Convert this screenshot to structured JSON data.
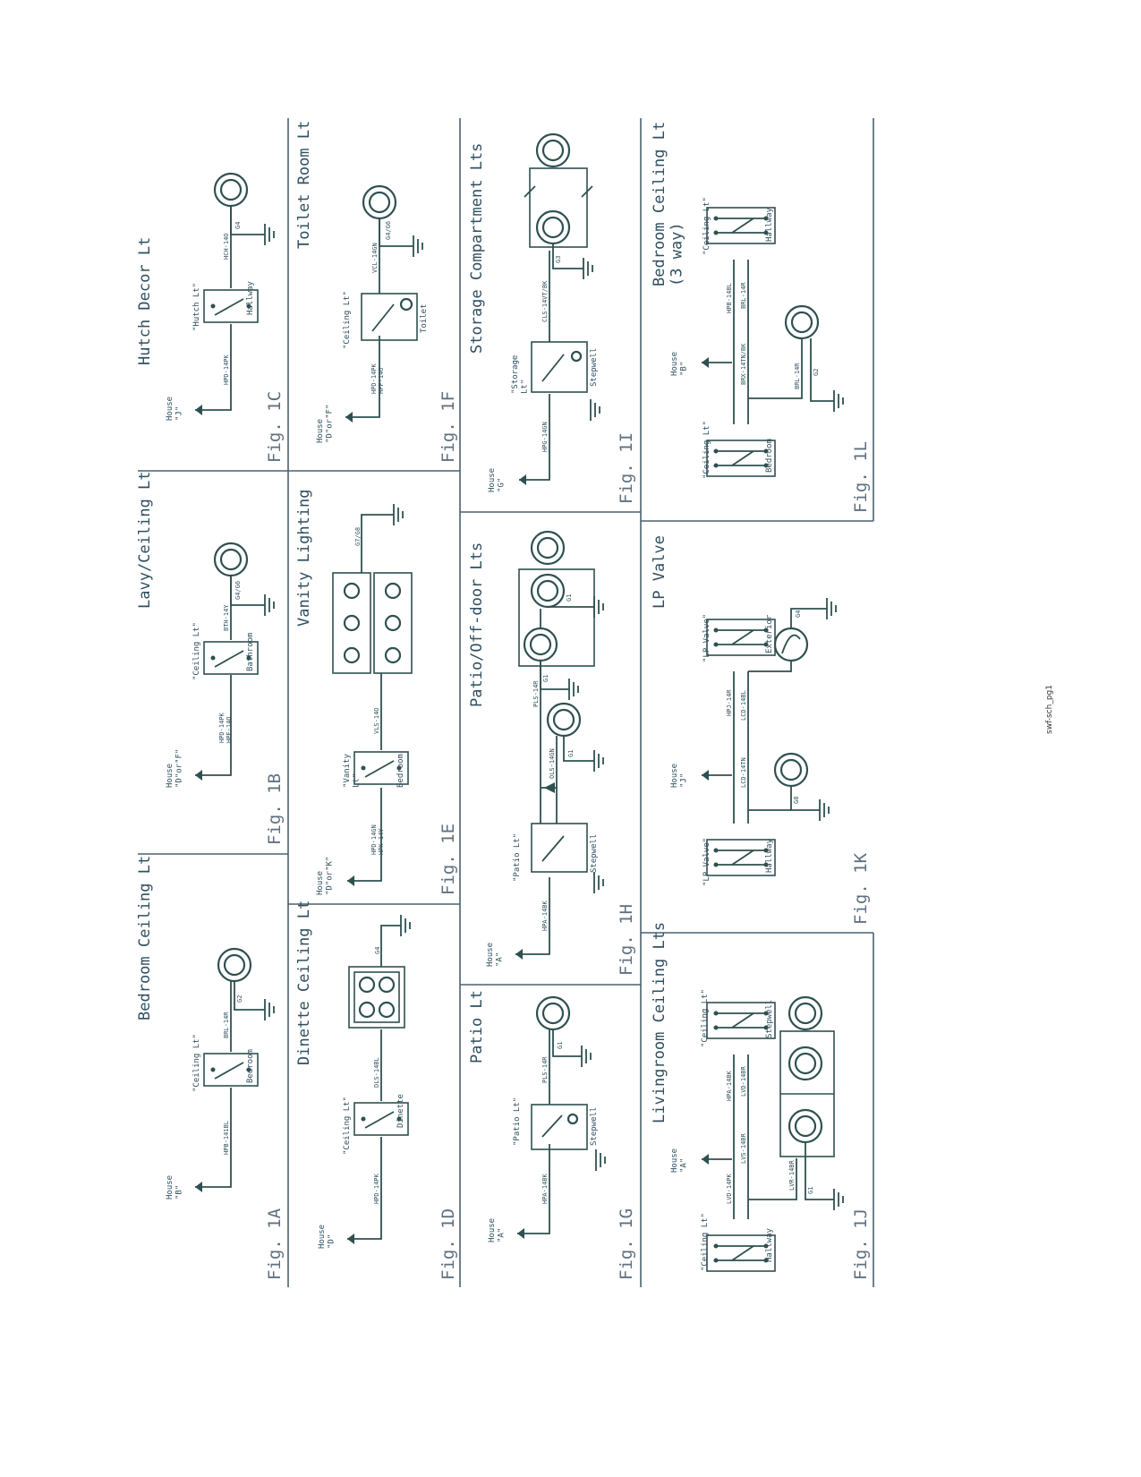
{
  "page_id": "swf-sch_pg1",
  "panels": {
    "fig1A": {
      "fig": "Fig. 1A",
      "title": "Bedroom Ceiling Lt",
      "house": "House\n\"B\"",
      "switch_label": "\"Ceiling Lt\"",
      "room": "Bedroom",
      "wire_in": "HPB-141BL",
      "wire_out": "BRL-14R",
      "ground": "G2"
    },
    "fig1B": {
      "fig": "Fig. 1B",
      "title": "Lavy/Ceiling Lt",
      "house": "House\n\"D\"or\"F\"",
      "switch_label": "\"Ceiling Lt\"",
      "room": "Bathroom",
      "wire_in": "HPD-14PK\nHPF-14O",
      "wire_out": "BTH-14Y",
      "ground": "G4/G6"
    },
    "fig1C": {
      "fig": "Fig. 1C",
      "title": "Hutch Decor Lt",
      "house": "House\n\"J\"",
      "switch_label": "\"Hutch Lt\"",
      "room": "Hallway",
      "wire_in": "HPD-14PK",
      "wire_out": "HCH-14O",
      "ground": "G4"
    },
    "fig1D": {
      "fig": "Fig. 1D",
      "title": "Dinette Ceiling Lt",
      "house": "House\n\"D\"",
      "switch_label": "\"Ceiling Lt\"",
      "room": "Dinette",
      "wire_in": "HPD-14PK",
      "wire_out": "DLS-14BL",
      "ground": "G4"
    },
    "fig1E": {
      "fig": "Fig. 1E",
      "title": "Vanity Lighting",
      "house": "House\n\"D\"or\"K\"",
      "switch_label": "\"Vanity\nLt\"",
      "room": "Bedroom",
      "wire_in": "HPD-14GN\nHPK-14Y",
      "wire_out": "VLS-14O",
      "ground": "G7/G8"
    },
    "fig1F": {
      "fig": "Fig. 1F",
      "title": "Toilet Room Lt",
      "house": "House\n\"D\"or\"F\"",
      "switch_label": "\"Ceiling Lt\"",
      "room": "Toilet",
      "wire_in": "HPD-14PK\nHPF-14O",
      "wire_out": "VCL-14GN",
      "ground": "G4/G6"
    },
    "fig1G": {
      "fig": "Fig. 1G",
      "title": "Patio Lt",
      "house": "House\n\"A\"",
      "switch_label": "\"Patio Lt\"",
      "room": "Stepwell",
      "wire_in": "HPA-14BK",
      "wire_out": "PLS-14R",
      "ground": "G1"
    },
    "fig1H": {
      "fig": "Fig. 1H",
      "title": "Patio/Off-door Lts",
      "house": "House\n\"A\"",
      "switch_label": "\"Patio Lt\"",
      "room": "Stepwell",
      "wire_in": "HPA-14BK",
      "wire_out": "PLS-14R",
      "wire_branch": "OLS-14GN",
      "ground": "G1",
      "ground_branch": "G1",
      "ground_lamps": "G1"
    },
    "fig1I": {
      "fig": "Fig. 1I",
      "title": "Storage Compartment Lts",
      "house": "House\n\"G\"",
      "switch_label": "\"Storage\nLt\"",
      "room": "Stepwell",
      "wire_in": "HPG-14GN",
      "wire_out": "CLS-14VT/BK",
      "ground": "G3"
    },
    "fig1J": {
      "fig": "Fig. 1J",
      "title": "Livingroom Ceiling Lts",
      "house": "House\n\"A\"",
      "switch_label_left": "\"Ceiling Lt\"",
      "switch_label_right": "\"Ceiling Lt\"",
      "room_left": "Hallway",
      "room_right": "Stepwell",
      "wire_top_left": "LVD-14PK",
      "wire_bottom_left": "LVS-14BR",
      "wire_top_right": "HPA-14BK",
      "wire_bottom_right": "LVD-14BR",
      "wire_lamp": "LVR-14BR",
      "ground": "G1"
    },
    "fig1K": {
      "fig": "Fig. 1K",
      "title": "LP Valve",
      "house": "House\n\"J\"",
      "switch_label_left": "\"LP Valve\"",
      "switch_label_right": "\"LP Valve\"",
      "room_left": "Hallway",
      "room_right": "Exterior",
      "wire_top_left": "LCD-14TN",
      "wire_bottom_left": "",
      "wire_top_right": "HPJ-14R",
      "wire_bottom_right": "LCD-14BL",
      "ground_left": "G8",
      "ground_right": "G4"
    },
    "fig1L": {
      "fig": "Fig. 1L",
      "title": "Bedroom Ceiling Lt\n(3 way)",
      "house": "House\n\"B\"",
      "switch_label_left": "\"Ceiling Lt\"",
      "switch_label_right": "\"Ceiling Lt\"",
      "room_left": "Bedroom",
      "room_right": "Hallway",
      "wire_top_left": "BRX-14TN/BK",
      "wire_bottom_left": "",
      "wire_top_right": "HPB-14BL",
      "wire_bottom_right": "BRL-14R",
      "wire_lamp": "BRL-14R",
      "ground": "G2"
    }
  }
}
